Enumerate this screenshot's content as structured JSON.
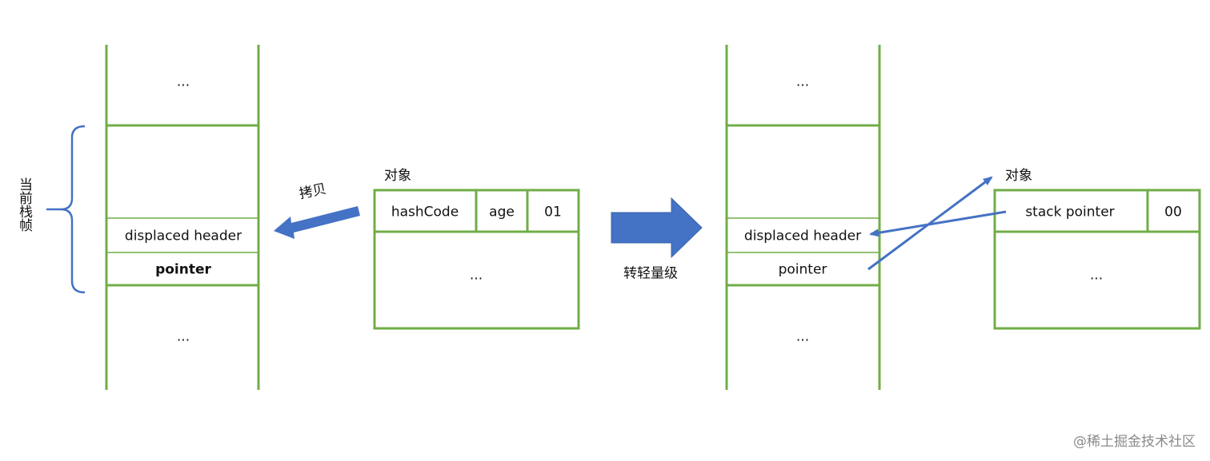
{
  "left": {
    "frame_label": "当前栈帧",
    "copy_label": "拷贝",
    "stack": {
      "top": "...",
      "displaced_header": "displaced header",
      "pointer": "pointer",
      "bottom": "..."
    },
    "object": {
      "title": "对象",
      "hash_code": "hashCode",
      "age": "age",
      "lock_bits": "01",
      "body": "..."
    }
  },
  "transition_label": "转轻量级",
  "right": {
    "stack": {
      "top": "...",
      "displaced_header": "displaced header",
      "pointer": "pointer",
      "bottom": "..."
    },
    "object": {
      "title": "对象",
      "stack_pointer": "stack pointer",
      "lock_bits": "00",
      "body": "..."
    }
  },
  "watermark": "@稀土掘金技术社区",
  "colors": {
    "box_stroke": "#70ad47",
    "arrow_fill": "#4472c4",
    "line_blue": "#4472c4"
  }
}
